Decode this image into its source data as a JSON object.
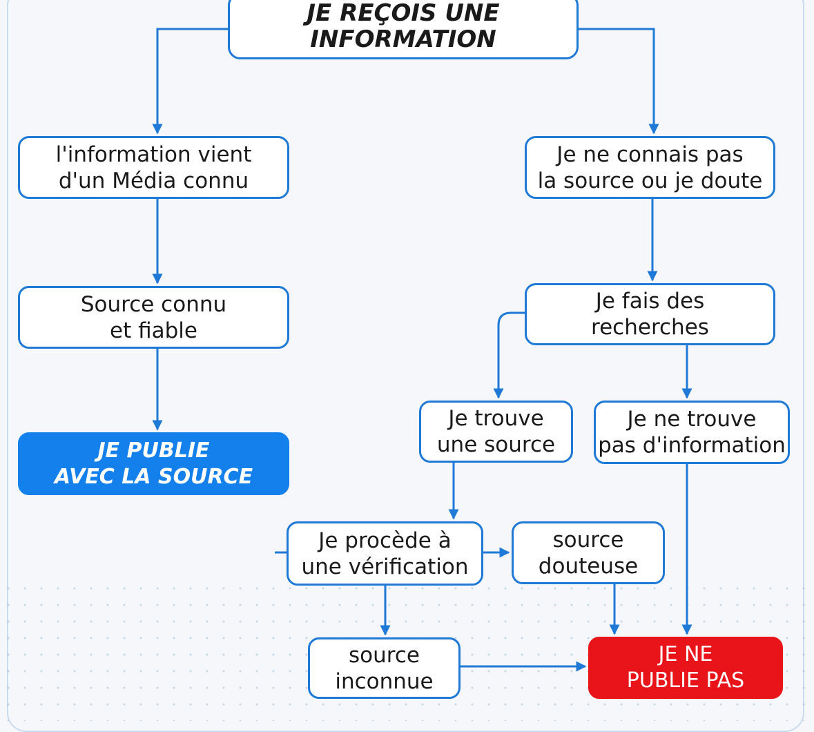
{
  "nodes": {
    "start": "JE REÇOIS UNE\nINFORMATION",
    "known_media": "l'information vient\nd'un Média connu",
    "unknown_source": "Je ne connais pas\nla source ou je doute",
    "reliable_source": "Source connu\net fiable",
    "research": "Je fais des\nrecherches",
    "publish_with_source": "JE PUBLIE\nAVEC LA SOURCE",
    "find_source": "Je trouve\nune source",
    "no_info": "Je ne trouve\npas d'information",
    "verification": "Je procède à\nune vérification",
    "doubtful_source": "source\ndouteuse",
    "unknown": "source\ninconnue",
    "do_not_publish": "JE NE\nPUBLIE PAS"
  },
  "colors": {
    "accent": "#1e7ad6",
    "publish": "#1480ec",
    "do_not_publish": "#e8141a"
  }
}
